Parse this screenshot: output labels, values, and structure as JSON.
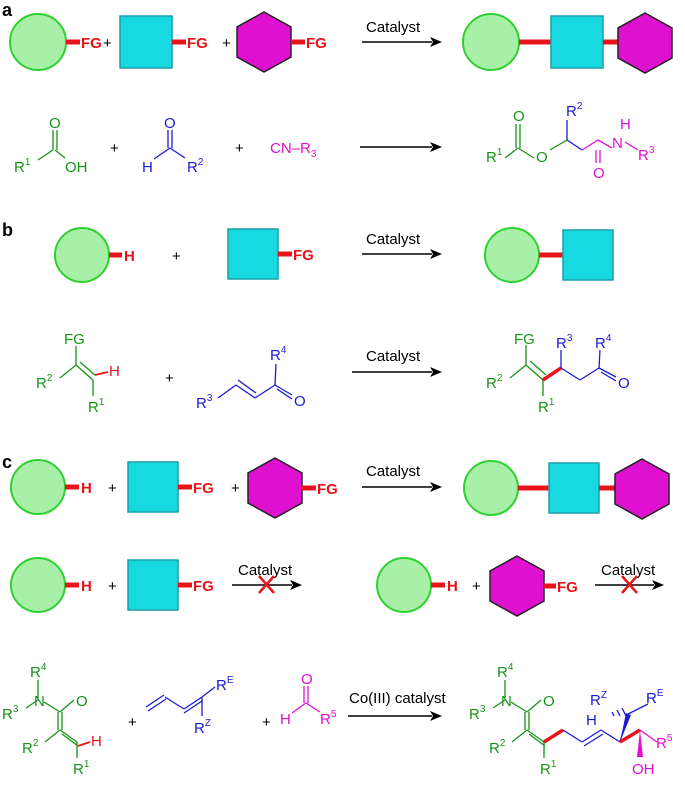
{
  "panels": {
    "a": "a",
    "b": "b",
    "c": "c"
  },
  "common": {
    "fg": "FG",
    "h": "H",
    "plus": "+",
    "catalyst": "Catalyst",
    "co_catalyst": "Co(III) catalyst"
  },
  "panel_a": {
    "acid_r1": "R",
    "acid_r1_sup": "1",
    "acid_o": "O",
    "acid_oh": "OH",
    "ald_o": "O",
    "ald_h": "H",
    "ald_r2": "R",
    "ald_r2_sup": "2",
    "isocyanide": "CN–R",
    "isocyanide_sub": "3",
    "prod_o1": "O",
    "prod_r1": "R",
    "prod_r1_sup": "1",
    "prod_o2": "O",
    "prod_r2": "R",
    "prod_r2_sup": "2",
    "prod_nh_h": "H",
    "prod_n": "N",
    "prod_r3": "R",
    "prod_r3_sup": "3",
    "prod_o3": "O"
  },
  "panel_b": {
    "alk_fg": "FG",
    "alk_r2": "R",
    "alk_r2_sup": "2",
    "alk_r1": "R",
    "alk_r1_sup": "1",
    "alk_h": "H",
    "enone_r4": "R",
    "enone_r4_sup": "4",
    "enone_r3": "R",
    "enone_r3_sup": "3",
    "enone_o": "O",
    "prod_fg": "FG",
    "prod_r2": "R",
    "prod_r2_sup": "2",
    "prod_r1": "R",
    "prod_r1_sup": "1",
    "prod_r3": "R",
    "prod_r3_sup": "3",
    "prod_r4": "R",
    "prod_r4_sup": "4",
    "prod_o": "O"
  },
  "panel_c": {
    "am_r4": "R",
    "am_r4_sup": "4",
    "am_n": "N",
    "am_r3": "R",
    "am_r3_sup": "3",
    "am_o": "O",
    "am_r2": "R",
    "am_r2_sup": "2",
    "am_r1": "R",
    "am_r1_sup": "1",
    "am_h": "H",
    "diene_re": "R",
    "diene_re_sup": "E",
    "diene_rz": "R",
    "diene_rz_sup": "Z",
    "ald_o": "O",
    "ald_h": "H",
    "ald_r5": "R",
    "ald_r5_sup": "5",
    "prod_r4": "R",
    "prod_r4_sup": "4",
    "prod_n": "N",
    "prod_r3": "R",
    "prod_r3_sup": "3",
    "prod_o": "O",
    "prod_r2": "R",
    "prod_r2_sup": "2",
    "prod_r1": "R",
    "prod_r1_sup": "1",
    "prod_rz": "R",
    "prod_rz_sup": "Z",
    "prod_re": "R",
    "prod_re_sup": "E",
    "prod_h": "H",
    "prod_r5": "R",
    "prod_r5_sup": "5",
    "prod_oh": "OH"
  },
  "colors": {
    "green": "#179417",
    "circle_fill": "#a8f0a8",
    "cyan": "#19d9e0",
    "magenta": "#e010d0",
    "blue": "#1a1ad4",
    "red": "#e8141b"
  }
}
